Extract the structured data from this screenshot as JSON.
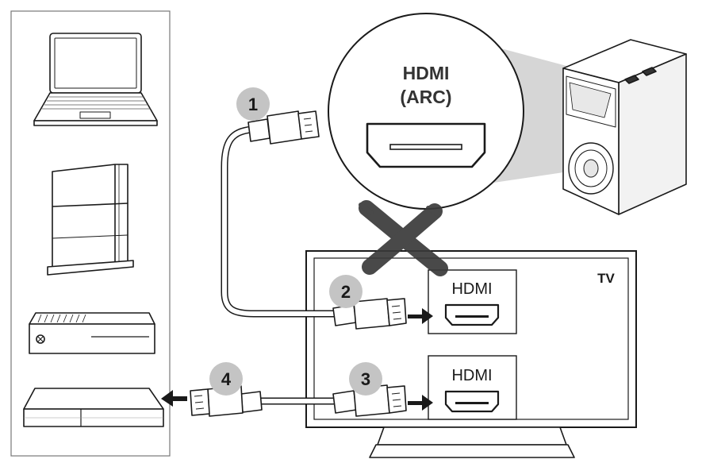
{
  "zoom_callout": {
    "label_line1": "HDMI",
    "label_line2": "(ARC)"
  },
  "tv": {
    "label": "TV",
    "port_1_label": "HDMI",
    "port_2_label": "HDMI"
  },
  "steps": {
    "step_1": "1",
    "step_2": "2",
    "step_3": "3",
    "step_4": "4"
  },
  "devices": {
    "items": [
      "laptop-icon",
      "game-console-icon",
      "xbox-console-icon",
      "set-top-box-icon"
    ]
  },
  "colors": {
    "line": "#1a1a1a",
    "step_badge": "#c4c4c4",
    "callout_fill": "#d6d6d6",
    "cross": "#3a3a3a"
  }
}
